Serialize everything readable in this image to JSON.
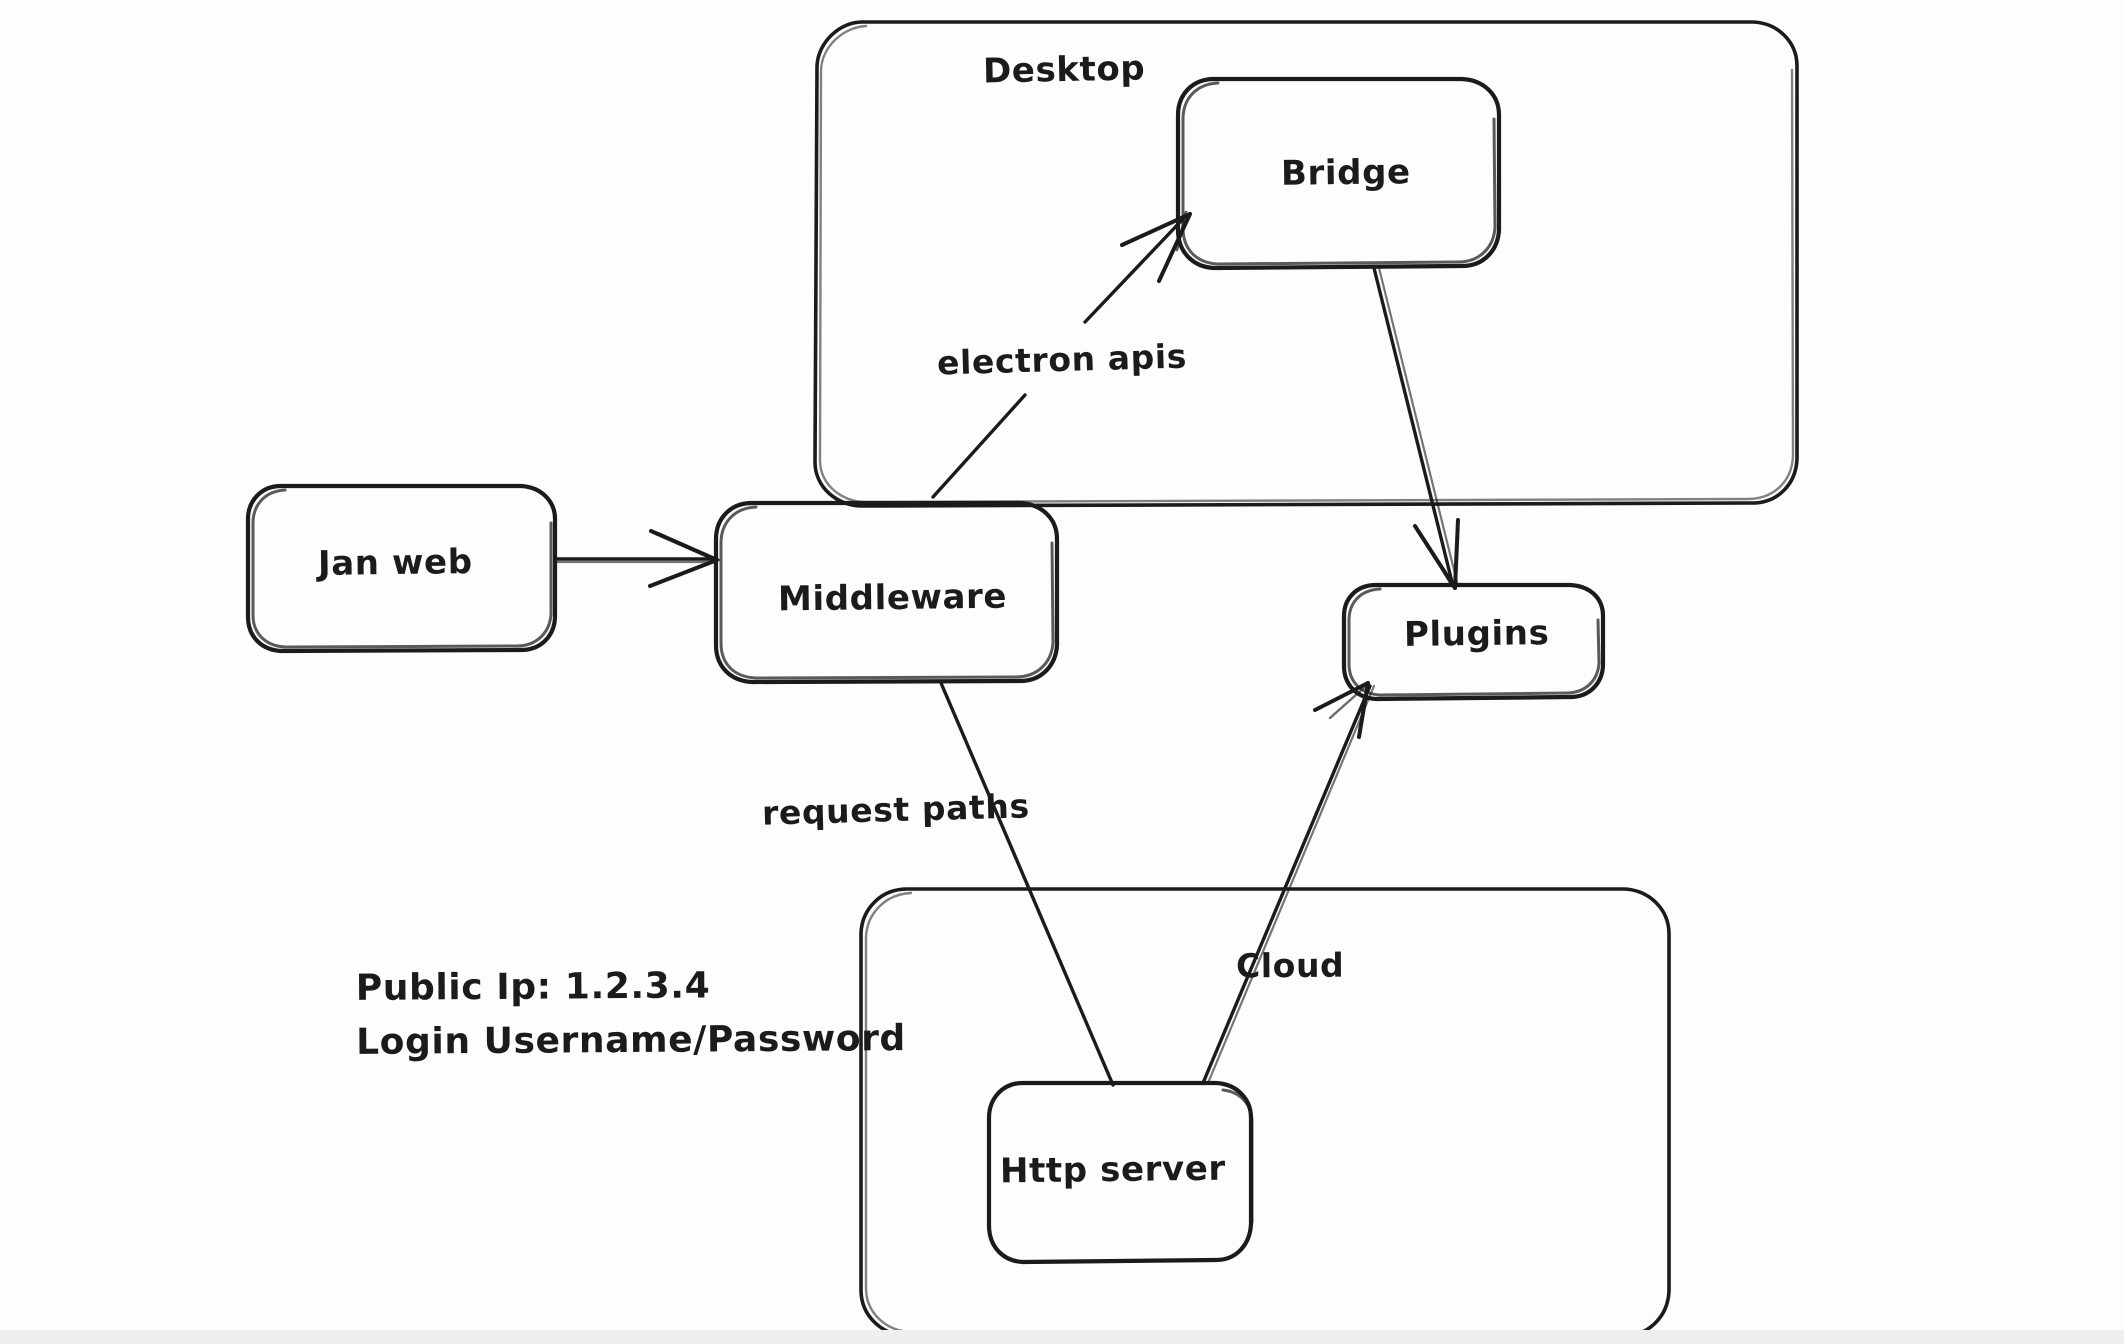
{
  "diagram": {
    "title": "Jan architecture sketch",
    "style": "hand-drawn whiteboard",
    "background_color": "#fdfdfd",
    "stroke_color": "#1b1b1b"
  },
  "groups": [
    {
      "id": "desktop",
      "label": "Desktop"
    },
    {
      "id": "cloud_group",
      "label": ""
    }
  ],
  "nodes": [
    {
      "id": "jan_web",
      "label": "Jan web"
    },
    {
      "id": "middleware",
      "label": "Middleware"
    },
    {
      "id": "bridge",
      "label": "Bridge"
    },
    {
      "id": "plugins",
      "label": "Plugins"
    },
    {
      "id": "http_server",
      "label": "Http server"
    }
  ],
  "edges": [
    {
      "id": "e_janweb_middleware",
      "from": "jan_web",
      "to": "middleware",
      "label": ""
    },
    {
      "id": "e_middleware_bridge",
      "from": "middleware",
      "to": "bridge",
      "label": "electron apis"
    },
    {
      "id": "e_bridge_plugins",
      "from": "bridge",
      "to": "plugins",
      "label": ""
    },
    {
      "id": "e_middleware_http",
      "from": "middleware",
      "to": "http_server",
      "label": "request paths"
    },
    {
      "id": "e_http_plugins",
      "from": "http_server",
      "to": "plugins",
      "label": "Cloud"
    }
  ],
  "notes": {
    "server_info": {
      "line1": "Public Ip: 1.2.3.4",
      "line2": "Login Username/Password"
    }
  }
}
